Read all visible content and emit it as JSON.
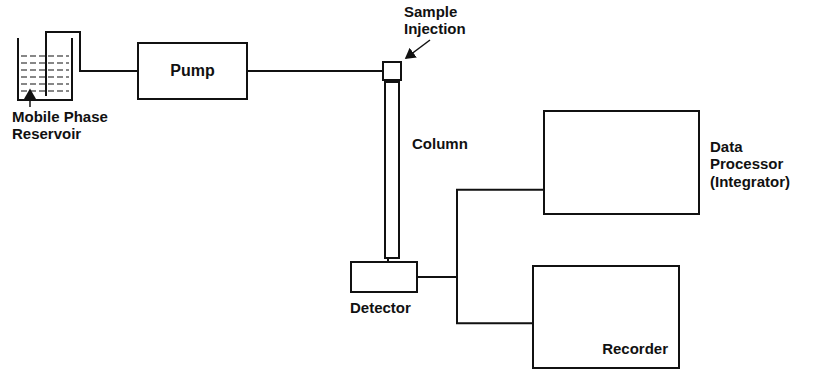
{
  "diagram": {
    "nodes": [
      {
        "text": [
          "Mobile Phase Reservoir"
        ]
      },
      {
        "text": [
          "Pump"
        ]
      },
      {
        "text": [
          "Sample Injection"
        ]
      },
      {
        "text": [
          "Column"
        ]
      },
      {
        "text": [
          "Detector"
        ]
      },
      {
        "text": [
          "Data Processor (Integrator)"
        ]
      },
      {
        "text": [
          "Recorder"
        ]
      }
    ],
    "edges": [
      {
        "from": 0,
        "to": 1,
        "arrow": "none"
      },
      {
        "from": 1,
        "to": 2,
        "arrow": "none"
      },
      {
        "from": 2,
        "to": 3,
        "arrow": "none"
      },
      {
        "from": 3,
        "to": 4,
        "arrow": "none"
      },
      {
        "from": 4,
        "to": 5,
        "arrow": "none"
      },
      {
        "from": 4,
        "to": 6,
        "arrow": "none"
      }
    ]
  }
}
